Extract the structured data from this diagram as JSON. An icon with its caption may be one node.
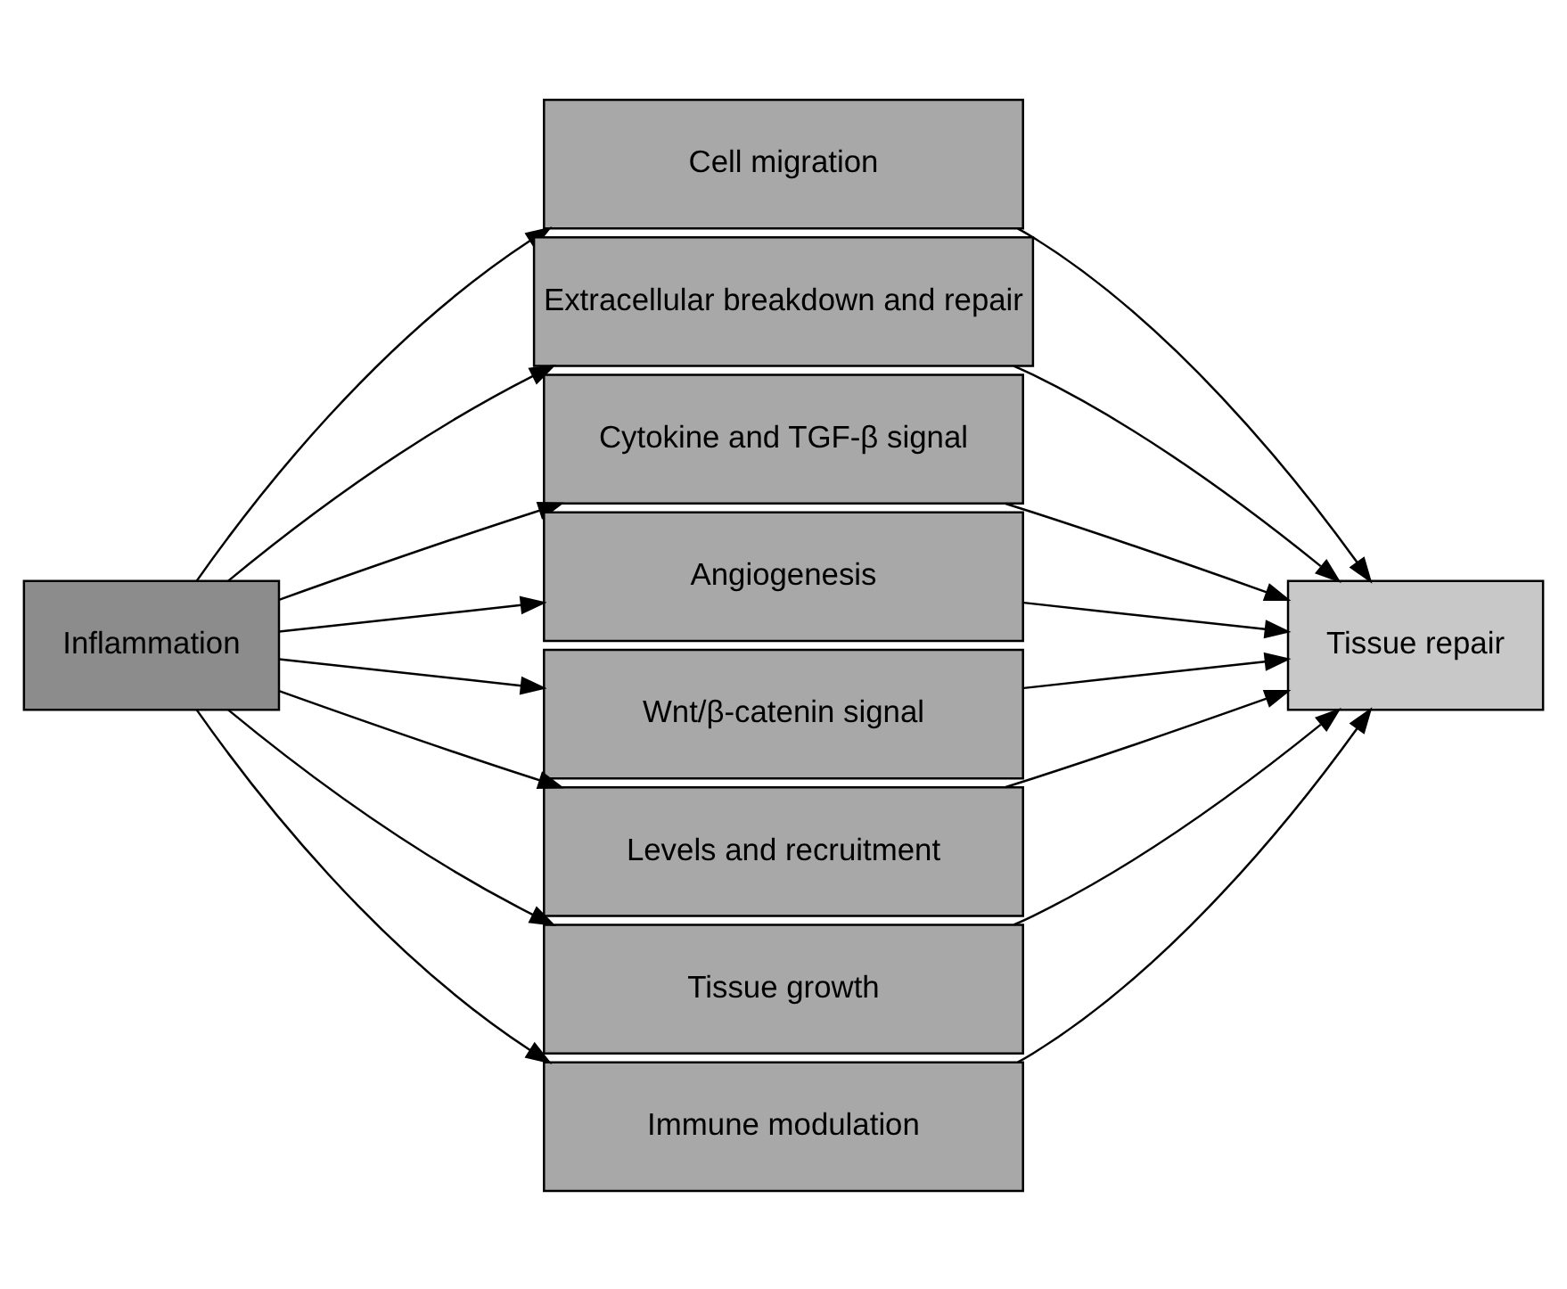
{
  "diagram": {
    "nodes": [
      {
        "text": [
          "Inflammation"
        ]
      },
      {
        "text": [
          "Cell migration"
        ]
      },
      {
        "text": [
          "Extracellular breakdown and repair"
        ]
      },
      {
        "text": [
          "Cytokine and TGF-β signal"
        ]
      },
      {
        "text": [
          "Angiogenesis"
        ]
      },
      {
        "text": [
          "Wnt/β-catenin signal"
        ]
      },
      {
        "text": [
          "Levels and recruitment"
        ]
      },
      {
        "text": [
          "Tissue growth"
        ]
      },
      {
        "text": [
          "Immune modulation"
        ]
      },
      {
        "text": [
          "Tissue repair"
        ]
      }
    ],
    "edges": [
      {
        "from": 0,
        "to": 1,
        "arrow": "to"
      },
      {
        "from": 0,
        "to": 2,
        "arrow": "to"
      },
      {
        "from": 0,
        "to": 3,
        "arrow": "to"
      },
      {
        "from": 0,
        "to": 4,
        "arrow": "to"
      },
      {
        "from": 0,
        "to": 5,
        "arrow": "to"
      },
      {
        "from": 0,
        "to": 6,
        "arrow": "to"
      },
      {
        "from": 0,
        "to": 7,
        "arrow": "to"
      },
      {
        "from": 0,
        "to": 8,
        "arrow": "to"
      },
      {
        "from": 1,
        "to": 9,
        "arrow": "to"
      },
      {
        "from": 2,
        "to": 9,
        "arrow": "to"
      },
      {
        "from": 3,
        "to": 9,
        "arrow": "to"
      },
      {
        "from": 4,
        "to": 9,
        "arrow": "to"
      },
      {
        "from": 5,
        "to": 9,
        "arrow": "to"
      },
      {
        "from": 6,
        "to": 9,
        "arrow": "to"
      },
      {
        "from": 7,
        "to": 9,
        "arrow": "to"
      },
      {
        "from": 8,
        "to": 9,
        "arrow": "to"
      }
    ]
  }
}
